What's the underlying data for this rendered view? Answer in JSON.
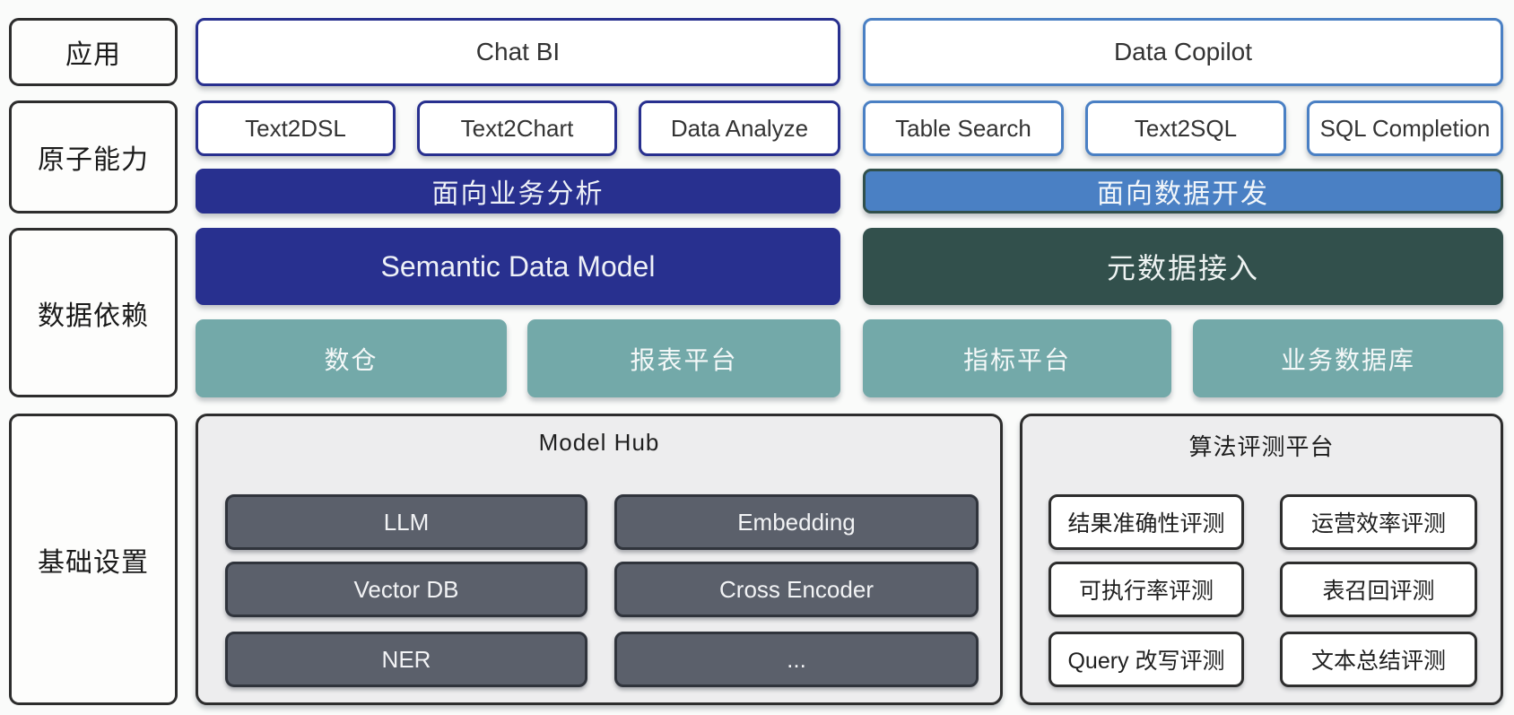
{
  "palette": {
    "page_bg": "#fafbfa",
    "navy": "#28308f",
    "blue": "#4a80c4",
    "dark_teal": "#32504c",
    "teal": "#73a9a9",
    "panel_bg": "#ededee",
    "gray_button": "#5b606b",
    "box_border_dark": "#2d2d2d"
  },
  "row_labels": [
    "应用",
    "原子能力",
    "数据依赖",
    "基础设置"
  ],
  "sections": {
    "left": {
      "app": "Chat BI",
      "capabilities": [
        "Text2DSL",
        "Text2Chart",
        "Data Analyze"
      ],
      "orientation": "面向业务分析",
      "data_layer": "Semantic Data Model",
      "data_sources": [
        "数仓",
        "报表平台"
      ],
      "infra_panel": {
        "title": "Model Hub",
        "items": [
          "LLM",
          "Embedding",
          "Vector DB",
          "Cross Encoder",
          "NER",
          "..."
        ]
      }
    },
    "right": {
      "app": "Data Copilot",
      "capabilities": [
        "Table Search",
        "Text2SQL",
        "SQL Completion"
      ],
      "orientation": "面向数据开发",
      "data_layer": "元数据接入",
      "data_sources": [
        "指标平台",
        "业务数据库"
      ],
      "infra_panel": {
        "title": "算法评测平台",
        "items": [
          "结果准确性评测",
          "运营效率评测",
          "可执行率评测",
          "表召回评测",
          "Query 改写评测",
          "文本总结评测"
        ]
      }
    }
  }
}
